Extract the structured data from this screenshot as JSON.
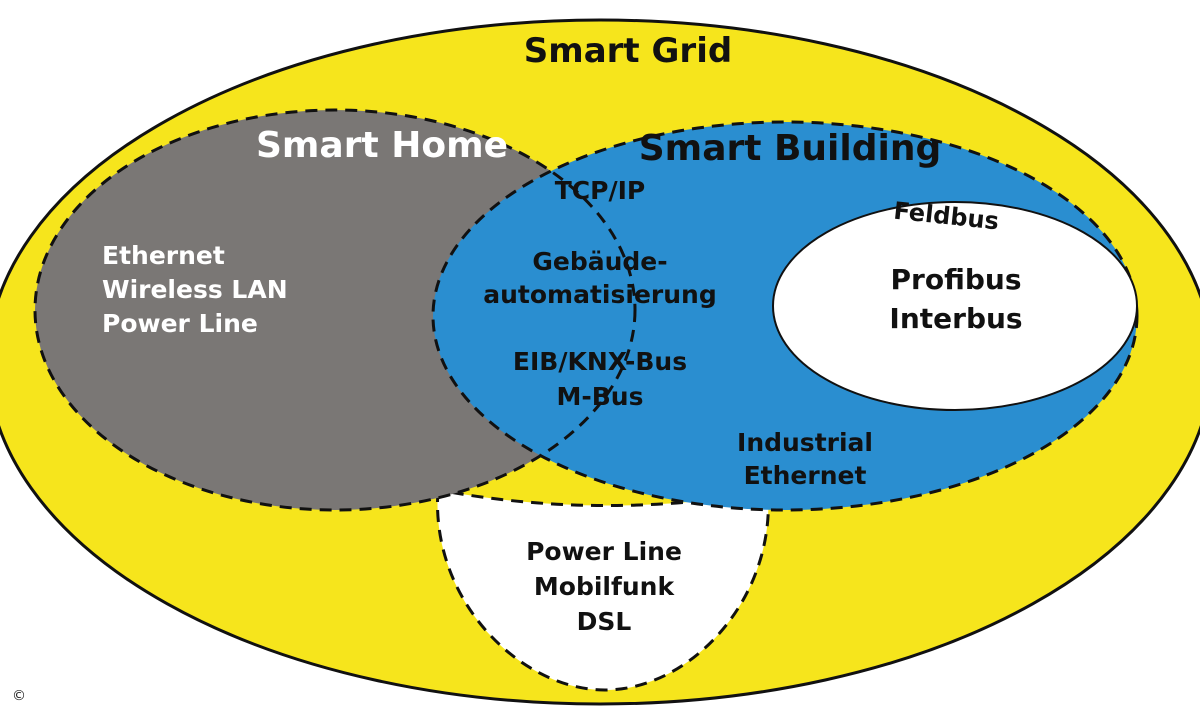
{
  "colors": {
    "grid_fill": "#f6e51c",
    "home_fill": "#7a7775",
    "building_fill": "#2a8ed0",
    "white_fill": "#ffffff",
    "outline": "#111111",
    "home_title_color": "#ffffff",
    "building_title_color": "#111111",
    "home_text_color": "#ffffff",
    "overlap_text_color": "#111111"
  },
  "smart_grid": {
    "title": "Smart Grid"
  },
  "smart_home": {
    "title": "Smart Home",
    "items": [
      "Ethernet",
      "Wireless LAN",
      "Power Line"
    ]
  },
  "smart_building": {
    "title": "Smart Building",
    "overlap_items": {
      "protocol": "TCP/IP",
      "automation_line1": "Gebäude-",
      "automation_line2": "automatisierung",
      "bus_line1": "EIB/KNX-Bus",
      "bus_line2": "M-Bus"
    },
    "industrial_line1": "Industrial",
    "industrial_line2": "Ethernet"
  },
  "feldbus": {
    "title": "Feldbus",
    "items": [
      "Profibus",
      "Interbus"
    ]
  },
  "lower_area": {
    "items": [
      "Power Line",
      "Mobilfunk",
      "DSL"
    ]
  },
  "copyright": "©"
}
